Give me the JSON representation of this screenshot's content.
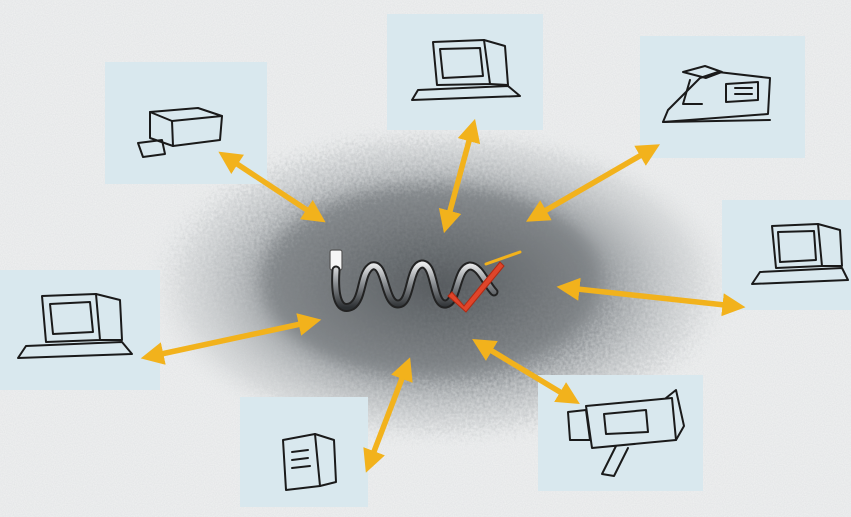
{
  "colors": {
    "paper": "#f4f5f5",
    "tile": "#d9e8ee",
    "sketch": "#1a1a1a",
    "arrow": "#f2b21c",
    "smudge": "#5b6064",
    "check": "#e0452a"
  },
  "devices": [
    {
      "id": "printer",
      "icon": "printer-icon"
    },
    {
      "id": "computer-top",
      "icon": "computer-icon"
    },
    {
      "id": "telephone",
      "icon": "phone-icon"
    },
    {
      "id": "computer-right",
      "icon": "computer-icon"
    },
    {
      "id": "video-camera",
      "icon": "video-camera-icon"
    },
    {
      "id": "tower-pc",
      "icon": "tower-pc-icon"
    },
    {
      "id": "computer-left",
      "icon": "computer-icon"
    }
  ],
  "hub": {
    "icon": "coiled-cable-icon",
    "mark": "checkmark-icon"
  }
}
